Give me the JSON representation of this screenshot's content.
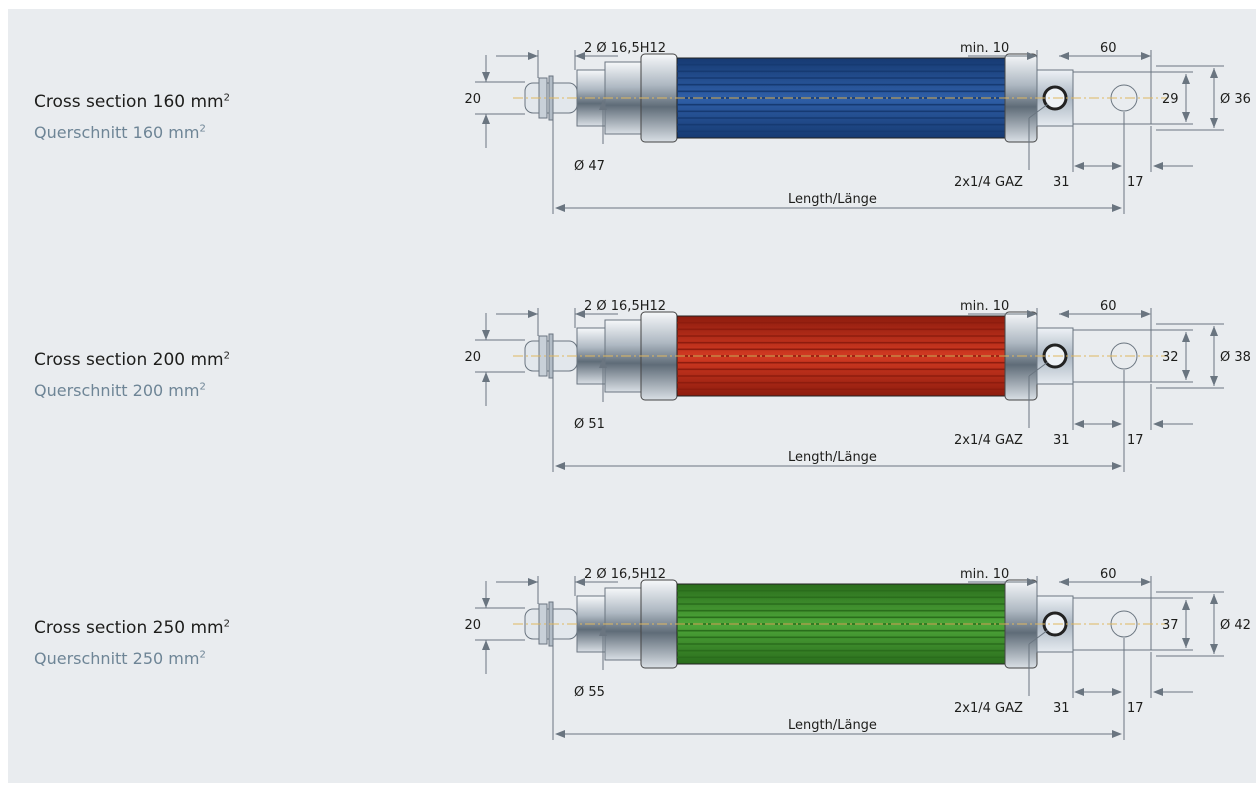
{
  "variants": [
    {
      "title": "Cross section 160 mm",
      "title_sup": "2",
      "subtitle": "Querschnitt 160 mm",
      "subtitle_sup": "2",
      "body_color": "#2f5fa8",
      "body_color_dark": "#163a72",
      "dims": {
        "bore": "2 Ø 16,5H12",
        "min": "min. 10",
        "eye_length": "60",
        "stud_width": "20",
        "collar_dia": "Ø 47",
        "thread": "2x1/4 GAZ",
        "hole_offset": "31",
        "hole_end": "17",
        "eye_width": "29",
        "eye_dia": "Ø 36",
        "length_en": "Length",
        "length_sep": "/",
        "length_de": "Länge"
      }
    },
    {
      "title": "Cross section 200 mm",
      "title_sup": "2",
      "subtitle": "Querschnitt 200 mm",
      "subtitle_sup": "2",
      "body_color": "#d23a22",
      "body_color_dark": "#8e1c0e",
      "dims": {
        "bore": "2 Ø 16,5H12",
        "min": "min. 10",
        "eye_length": "60",
        "stud_width": "20",
        "collar_dia": "Ø 51",
        "thread": "2x1/4 GAZ",
        "hole_offset": "31",
        "hole_end": "17",
        "eye_width": "32",
        "eye_dia": "Ø 38",
        "length_en": "Length",
        "length_sep": "/",
        "length_de": "Länge"
      }
    },
    {
      "title": "Cross section 250 mm",
      "title_sup": "2",
      "subtitle": "Querschnitt 250 mm",
      "subtitle_sup": "2",
      "body_color": "#4fa83a",
      "body_color_dark": "#2a6d1c",
      "dims": {
        "bore": "2 Ø 16,5H12",
        "min": "min. 10",
        "eye_length": "60",
        "stud_width": "20",
        "collar_dia": "Ø 55",
        "thread": "2x1/4 GAZ",
        "hole_offset": "31",
        "hole_end": "17",
        "eye_width": "37",
        "eye_dia": "Ø 42",
        "length_en": "Length",
        "length_sep": "/",
        "length_de": "Länge"
      }
    }
  ]
}
